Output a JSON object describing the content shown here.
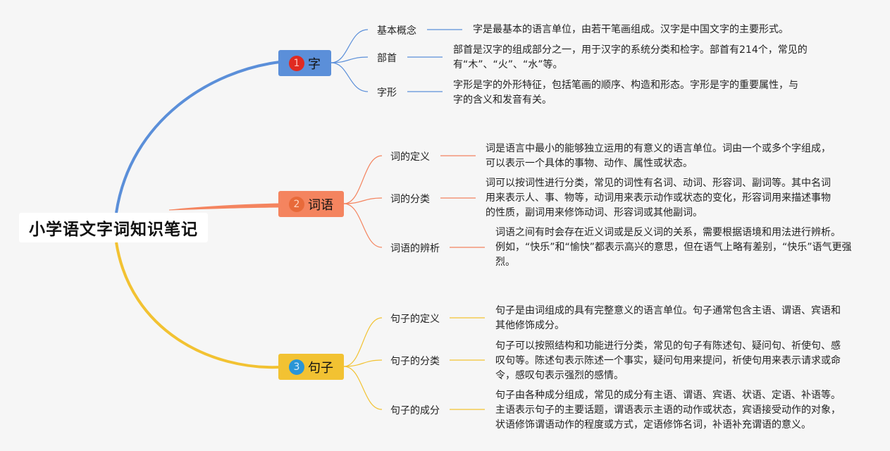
{
  "root": {
    "title": "小学语文字词知识笔记"
  },
  "branches": [
    {
      "number": "1",
      "label": "字",
      "color": "#5b8fd9",
      "children": [
        {
          "label": "基本概念",
          "lines": [
            "字是最基本的语言单位，由若干笔画组成。汉字是中国文字的主要形式。"
          ]
        },
        {
          "label": "部首",
          "lines": [
            "部首是汉字的组成部分之一，用于汉字的系统分类和检字。部首有214个，常见的",
            "有“木”、“火”、“水”等。"
          ]
        },
        {
          "label": "字形",
          "lines": [
            "字形是字的外形特征，包括笔画的顺序、构造和形态。字形是字的重要属性，与",
            "字的含义和发音有关。"
          ]
        }
      ]
    },
    {
      "number": "2",
      "label": "词语",
      "color": "#f4845f",
      "children": [
        {
          "label": "词的定义",
          "lines": [
            "词是语言中最小的能够独立运用的有意义的语言单位。词由一个或多个字组成，",
            "可以表示一个具体的事物、动作、属性或状态。"
          ]
        },
        {
          "label": "词的分类",
          "lines": [
            "词可以按词性进行分类，常见的词性有名词、动词、形容词、副词等。其中名词",
            "用来表示人、事、物等，动词用来表示动作或状态的变化，形容词用来描述事物",
            "的性质，副词用来修饰动词、形容词或其他副词。"
          ]
        },
        {
          "label": "词语的辨析",
          "lines": [
            "词语之间有时会存在近义词或是反义词的关系，需要根据语境和用法进行辨析。",
            "例如，“快乐”和“愉快”都表示高兴的意思，但在语气上略有差别，“快乐”语气更强",
            "烈。"
          ]
        }
      ]
    },
    {
      "number": "3",
      "label": "句子",
      "color": "#f2c232",
      "children": [
        {
          "label": "句子的定义",
          "lines": [
            "句子是由词组成的具有完整意义的语言单位。句子通常包含主语、谓语、宾语和",
            "其他修饰成分。"
          ]
        },
        {
          "label": "句子的分类",
          "lines": [
            "句子可以按照结构和功能进行分类，常见的句子有陈述句、疑问句、祈使句、感",
            "叹句等。陈述句表示陈述一个事实，疑问句用来提问，祈使句用来表示请求或命",
            "令，感叹句表示强烈的感情。"
          ]
        },
        {
          "label": "句子的成分",
          "lines": [
            "句子由各种成分组成，常见的成分有主语、谓语、宾语、状语、定语、补语等。",
            "主语表示句子的主要话题，谓语表示主语的动作或状态，宾语接受动作的对象，",
            "状语修饰谓语动作的程度或方式，定语修饰名词，补语补充谓语的意义。"
          ]
        }
      ]
    }
  ]
}
